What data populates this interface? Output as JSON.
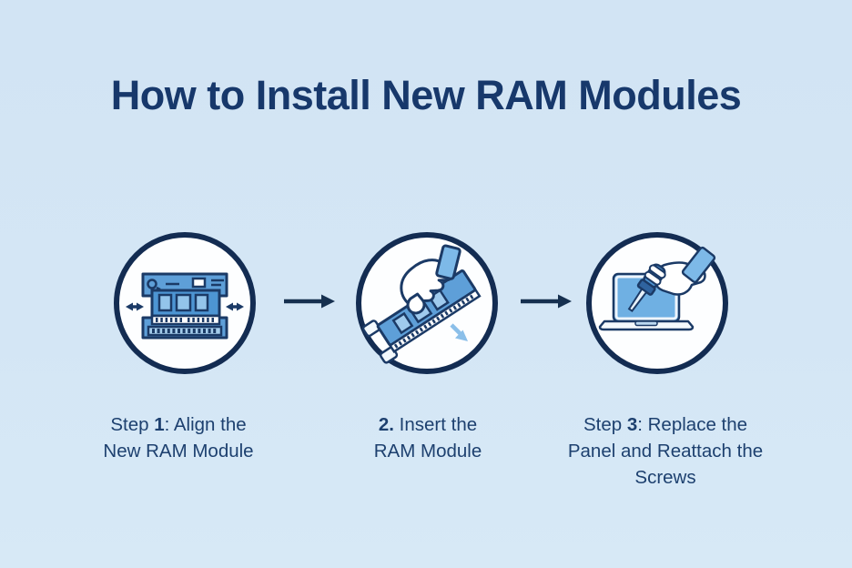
{
  "title": "How to Install New RAM Modules",
  "steps": [
    {
      "icon": "ram-align-icon",
      "caption": {
        "pre": "Step ",
        "num": "1",
        "rest": ": Align the",
        "line2": "New RAM Module"
      }
    },
    {
      "icon": "ram-insert-icon",
      "caption": {
        "num": "2.",
        "rest": " Insert the",
        "line2": "RAM Module"
      }
    },
    {
      "icon": "laptop-screwdriver-icon",
      "caption": {
        "pre": "Step ",
        "num": "3",
        "rest": ": Replace the",
        "line2": "Panel and Reattach the",
        "line3": "Screws"
      }
    }
  ],
  "connector_icon": "right-arrow-icon",
  "colors": {
    "background": "#d3e5f4",
    "title_text": "#17386b",
    "caption_text": "#1d406f",
    "outline_navy": "#1b3a66",
    "circle_border": "#132c52",
    "circle_fill": "#fdfeff",
    "board_blue": "#5e9fd8",
    "ram_blue": "#4d95d3",
    "cuff_blue": "#7db9e8",
    "chip_blue": "#9fcaed",
    "laptop_blue": "#6fb0e3",
    "insert_arrow_blue": "#8bbfe9"
  }
}
